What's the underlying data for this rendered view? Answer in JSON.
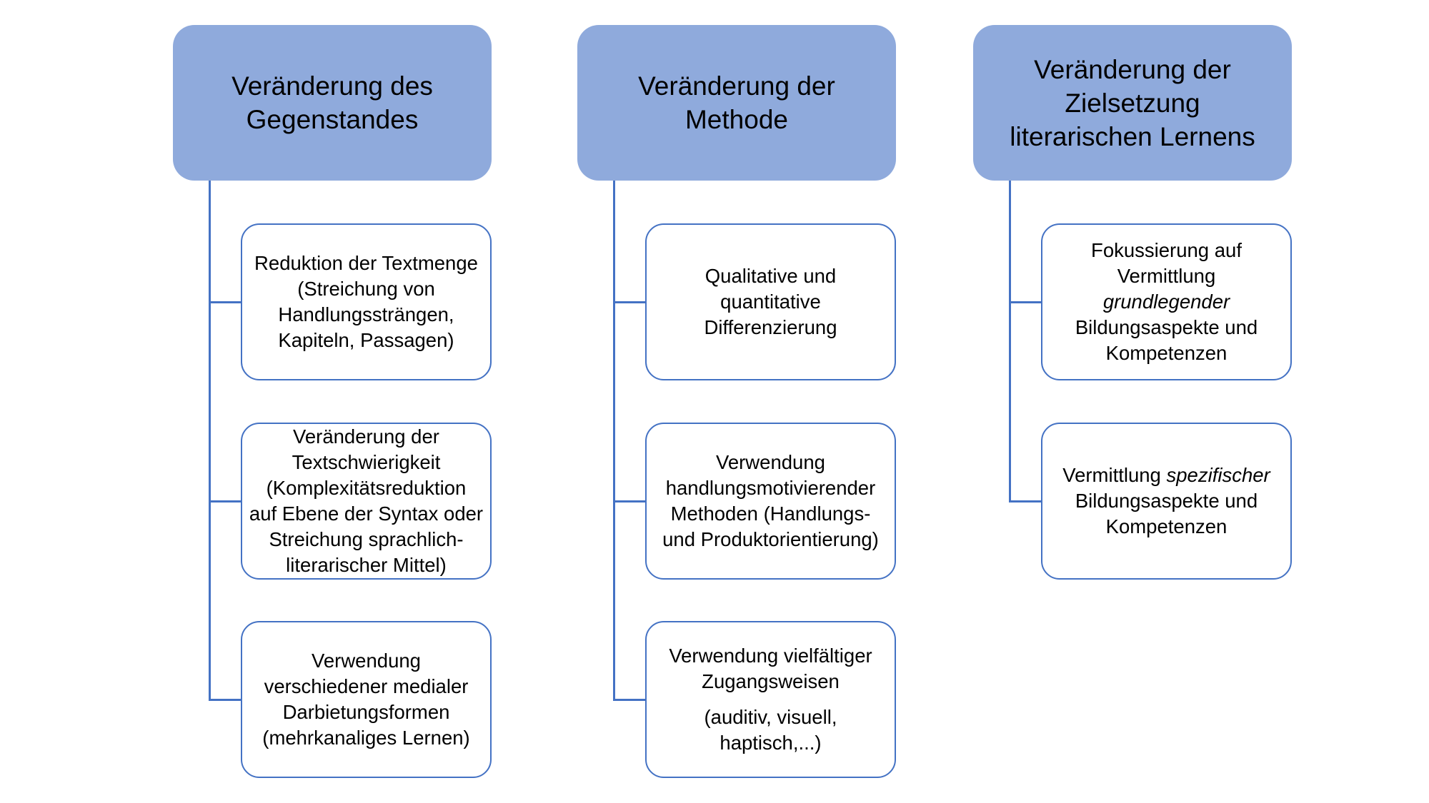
{
  "diagram": {
    "colors": {
      "accent": "#4472C4",
      "header_fill": "#8FAADC",
      "text": "#000000",
      "background": "#FFFFFF"
    },
    "columns": [
      {
        "id": "gegenstand",
        "title_lines": [
          "Veränderung des",
          "Gegenstandes"
        ],
        "children": [
          {
            "paragraphs": [
              [
                [
                  {
                    "t": "Reduktion der Textmenge"
                  }
                ],
                [
                  {
                    "t": "(Streichung von"
                  }
                ],
                [
                  {
                    "t": "Handlungssträngen,"
                  }
                ],
                [
                  {
                    "t": "Kapiteln, Passagen)"
                  }
                ]
              ]
            ]
          },
          {
            "paragraphs": [
              [
                [
                  {
                    "t": "Veränderung der"
                  }
                ],
                [
                  {
                    "t": "Textschwierigkeit"
                  }
                ],
                [
                  {
                    "t": "(Komplexitätsreduktion"
                  }
                ],
                [
                  {
                    "t": "auf Ebene der Syntax oder"
                  }
                ],
                [
                  {
                    "t": "Streichung sprachlich-"
                  }
                ],
                [
                  {
                    "t": "literarischer Mittel)"
                  }
                ]
              ]
            ]
          },
          {
            "paragraphs": [
              [
                [
                  {
                    "t": "Verwendung"
                  }
                ],
                [
                  {
                    "t": "verschiedener medialer"
                  }
                ],
                [
                  {
                    "t": "Darbietungsformen"
                  }
                ],
                [
                  {
                    "t": "(mehrkanaliges Lernen)"
                  }
                ]
              ]
            ]
          }
        ]
      },
      {
        "id": "methode",
        "title_lines": [
          "Veränderung der",
          "Methode"
        ],
        "children": [
          {
            "paragraphs": [
              [
                [
                  {
                    "t": "Qualitative und"
                  }
                ],
                [
                  {
                    "t": "quantitative"
                  }
                ],
                [
                  {
                    "t": "Differenzierung"
                  }
                ]
              ]
            ]
          },
          {
            "paragraphs": [
              [
                [
                  {
                    "t": "Verwendung"
                  }
                ],
                [
                  {
                    "t": "handlungsmotivierender"
                  }
                ],
                [
                  {
                    "t": "Methoden (Handlungs-"
                  }
                ],
                [
                  {
                    "t": "und Produktorientierung)"
                  }
                ]
              ]
            ]
          },
          {
            "paragraphs": [
              [
                [
                  {
                    "t": "Verwendung vielfältiger"
                  }
                ],
                [
                  {
                    "t": "Zugangsweisen"
                  }
                ]
              ],
              [
                [
                  {
                    "t": "(auditiv, visuell,"
                  }
                ],
                [
                  {
                    "t": "haptisch,...)"
                  }
                ]
              ]
            ]
          }
        ]
      },
      {
        "id": "zielsetzung",
        "title_lines": [
          "Veränderung der",
          "Zielsetzung",
          "literarischen Lernens"
        ],
        "children": [
          {
            "paragraphs": [
              [
                [
                  {
                    "t": "Fokussierung auf"
                  }
                ],
                [
                  {
                    "t": "Vermittlung"
                  }
                ],
                [
                  {
                    "t": "grundlegender",
                    "i": true
                  }
                ],
                [
                  {
                    "t": "Bildungsaspekte und"
                  }
                ],
                [
                  {
                    "t": "Kompetenzen"
                  }
                ]
              ]
            ]
          },
          {
            "paragraphs": [
              [
                [
                  {
                    "t": "Vermittlung "
                  },
                  {
                    "t": "spezifischer",
                    "i": true
                  }
                ],
                [
                  {
                    "t": "Bildungsaspekte und"
                  }
                ],
                [
                  {
                    "t": "Kompetenzen"
                  }
                ]
              ]
            ]
          }
        ]
      }
    ]
  }
}
